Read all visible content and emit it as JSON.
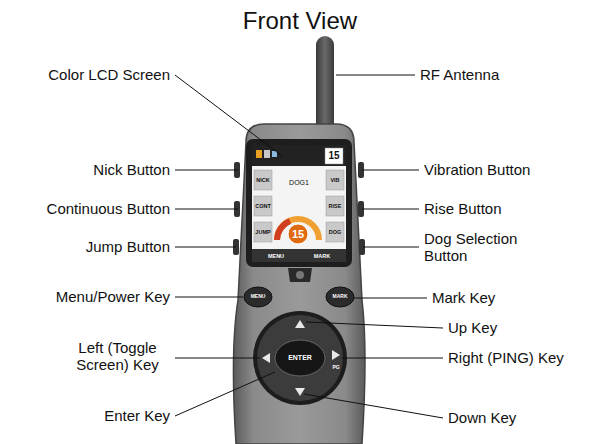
{
  "diagram": {
    "title": "Front View",
    "labels": [
      "Color LCD Screen",
      "RF Antenna",
      "Nick Button",
      "Vibration Button",
      "Continuous Button",
      "Rise Button",
      "Jump Button",
      "Dog Selection Button",
      "Menu/Power Key",
      "Mark Key",
      "Up Key",
      "Left (Toggle Screen) Key",
      "Right (PING) Key",
      "Enter Key",
      "Down Key",
      "15",
      "NICK",
      "VIB",
      "DOG1",
      "CONT",
      "RISE",
      "JUMP",
      "DOG",
      "15",
      "MENU",
      "MARK",
      "MENU",
      "MARK",
      "ENTER",
      "PG"
    ]
  }
}
